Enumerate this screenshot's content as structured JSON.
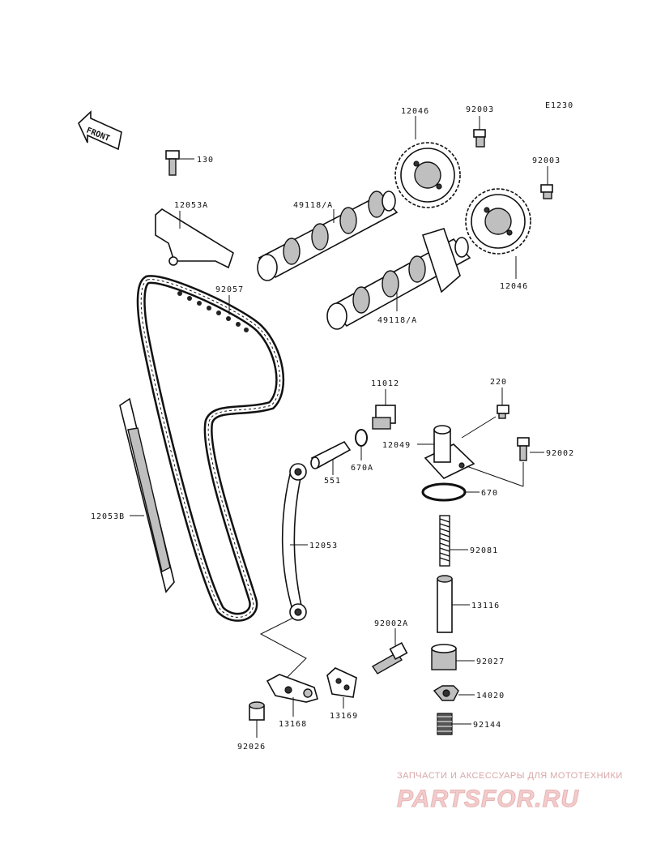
{
  "diagram_code": "E1230",
  "front_arrow_label": "FRONT",
  "labels": {
    "p12046_top": "12046",
    "p92003_top": "92003",
    "p92003_right": "92003",
    "p130": "130",
    "p12053A": "12053A",
    "p49118A_top": "49118/A",
    "p92057": "92057",
    "p12046_right": "12046",
    "p49118A_bottom": "49118/A",
    "p11012": "11012",
    "p220": "220",
    "p12049": "12049",
    "p92002": "92002",
    "p670A": "670A",
    "p551": "551",
    "p670": "670",
    "p12053B": "12053B",
    "p12053": "12053",
    "p92081": "92081",
    "p13116": "13116",
    "p92002A": "92002A",
    "p92027": "92027",
    "p14020": "14020",
    "p92144": "92144",
    "p13168": "13168",
    "p13169": "13169",
    "p92026": "92026"
  },
  "watermark": {
    "tagline": "ЗАПЧАСТИ И АКСЕССУАРЫ ДЛЯ МОТОТЕХНИКИ",
    "brand": "PARTSFOR.RU"
  }
}
